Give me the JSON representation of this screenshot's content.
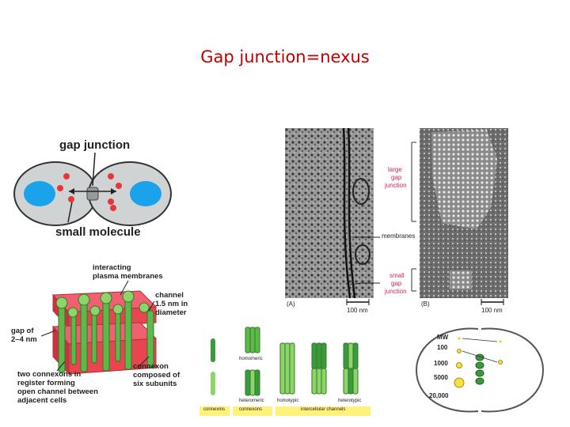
{
  "slide": {
    "title": "Gap junction=nexus"
  },
  "fig1": {
    "top_label": "gap junction",
    "bottom_label": "small molecule"
  },
  "fig2": {
    "interacting": "interacting",
    "plasma": "plasma membranes",
    "channel1": "channel",
    "channel2": "1.5 nm in",
    "channel3": "diameter",
    "gap1": "gap of",
    "gap2": "2–4 nm",
    "two1": "two connexons in",
    "two2": "register forming",
    "two3": "open channel between",
    "two4": "adjacent cells",
    "conn1": "connexon",
    "conn2": "composed of",
    "conn3": "six subunits"
  },
  "fig3": {
    "homomeric": "homomeric",
    "heteromeric": "heteromeric",
    "homotypic": "homotypic",
    "heterotypic": "heterotypic",
    "cap_connexins": "connexins",
    "cap_connexons": "connexons",
    "cap_channels": "intercellular channels"
  },
  "fig4": {
    "large1": "large",
    "large2": "gap",
    "large3": "junction",
    "membranes": "membranes",
    "small1": "small",
    "small2": "gap",
    "small3": "junction",
    "panel_a": "(A)",
    "panel_b": "(B)",
    "scale_a": "100 nm",
    "scale_b": "100 nm"
  },
  "fig5": {
    "mw": "MW",
    "mw_values": [
      "100",
      "1000",
      "5000",
      "20,000"
    ]
  },
  "colors": {
    "title": "#c00000",
    "annot": "#d0245c",
    "nucleus": "#1aa3ea",
    "cell": "#cfd3d4",
    "green": "#3c9a3c",
    "red": "#e8343a"
  }
}
